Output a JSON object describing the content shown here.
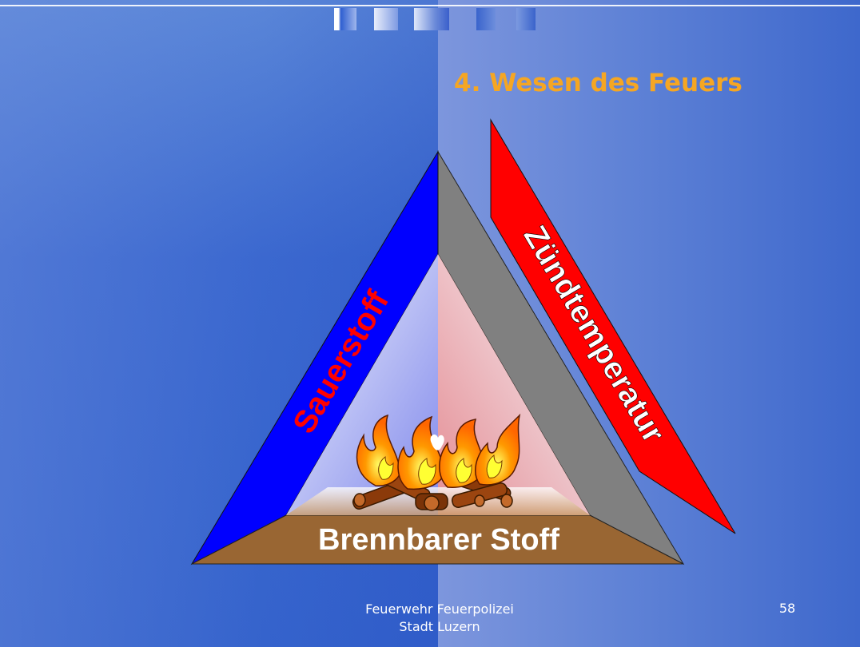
{
  "slide": {
    "title": "4. Wesen des Feuers",
    "labels": {
      "left_side": "Sauerstoff",
      "right_side": "Zündtemperatur",
      "base": "Brennbarer Stoff"
    },
    "footer": {
      "org_line1": "Feuerwehr Feuerpolizei",
      "org_line2": "Stadt Luzern",
      "page_number": "58"
    },
    "icons": {
      "center": "campfire-icon"
    },
    "colors": {
      "title": "#f5a623",
      "sauerstoff_side": "#0000ff",
      "sauerstoff_text": "#ff0000",
      "zuend_side": "#ff0000",
      "zuend_text": "#ffffff",
      "base_side": "#996633",
      "base_text": "#ffffff",
      "grey_side": "#808080",
      "background": "#3a66cc"
    }
  }
}
